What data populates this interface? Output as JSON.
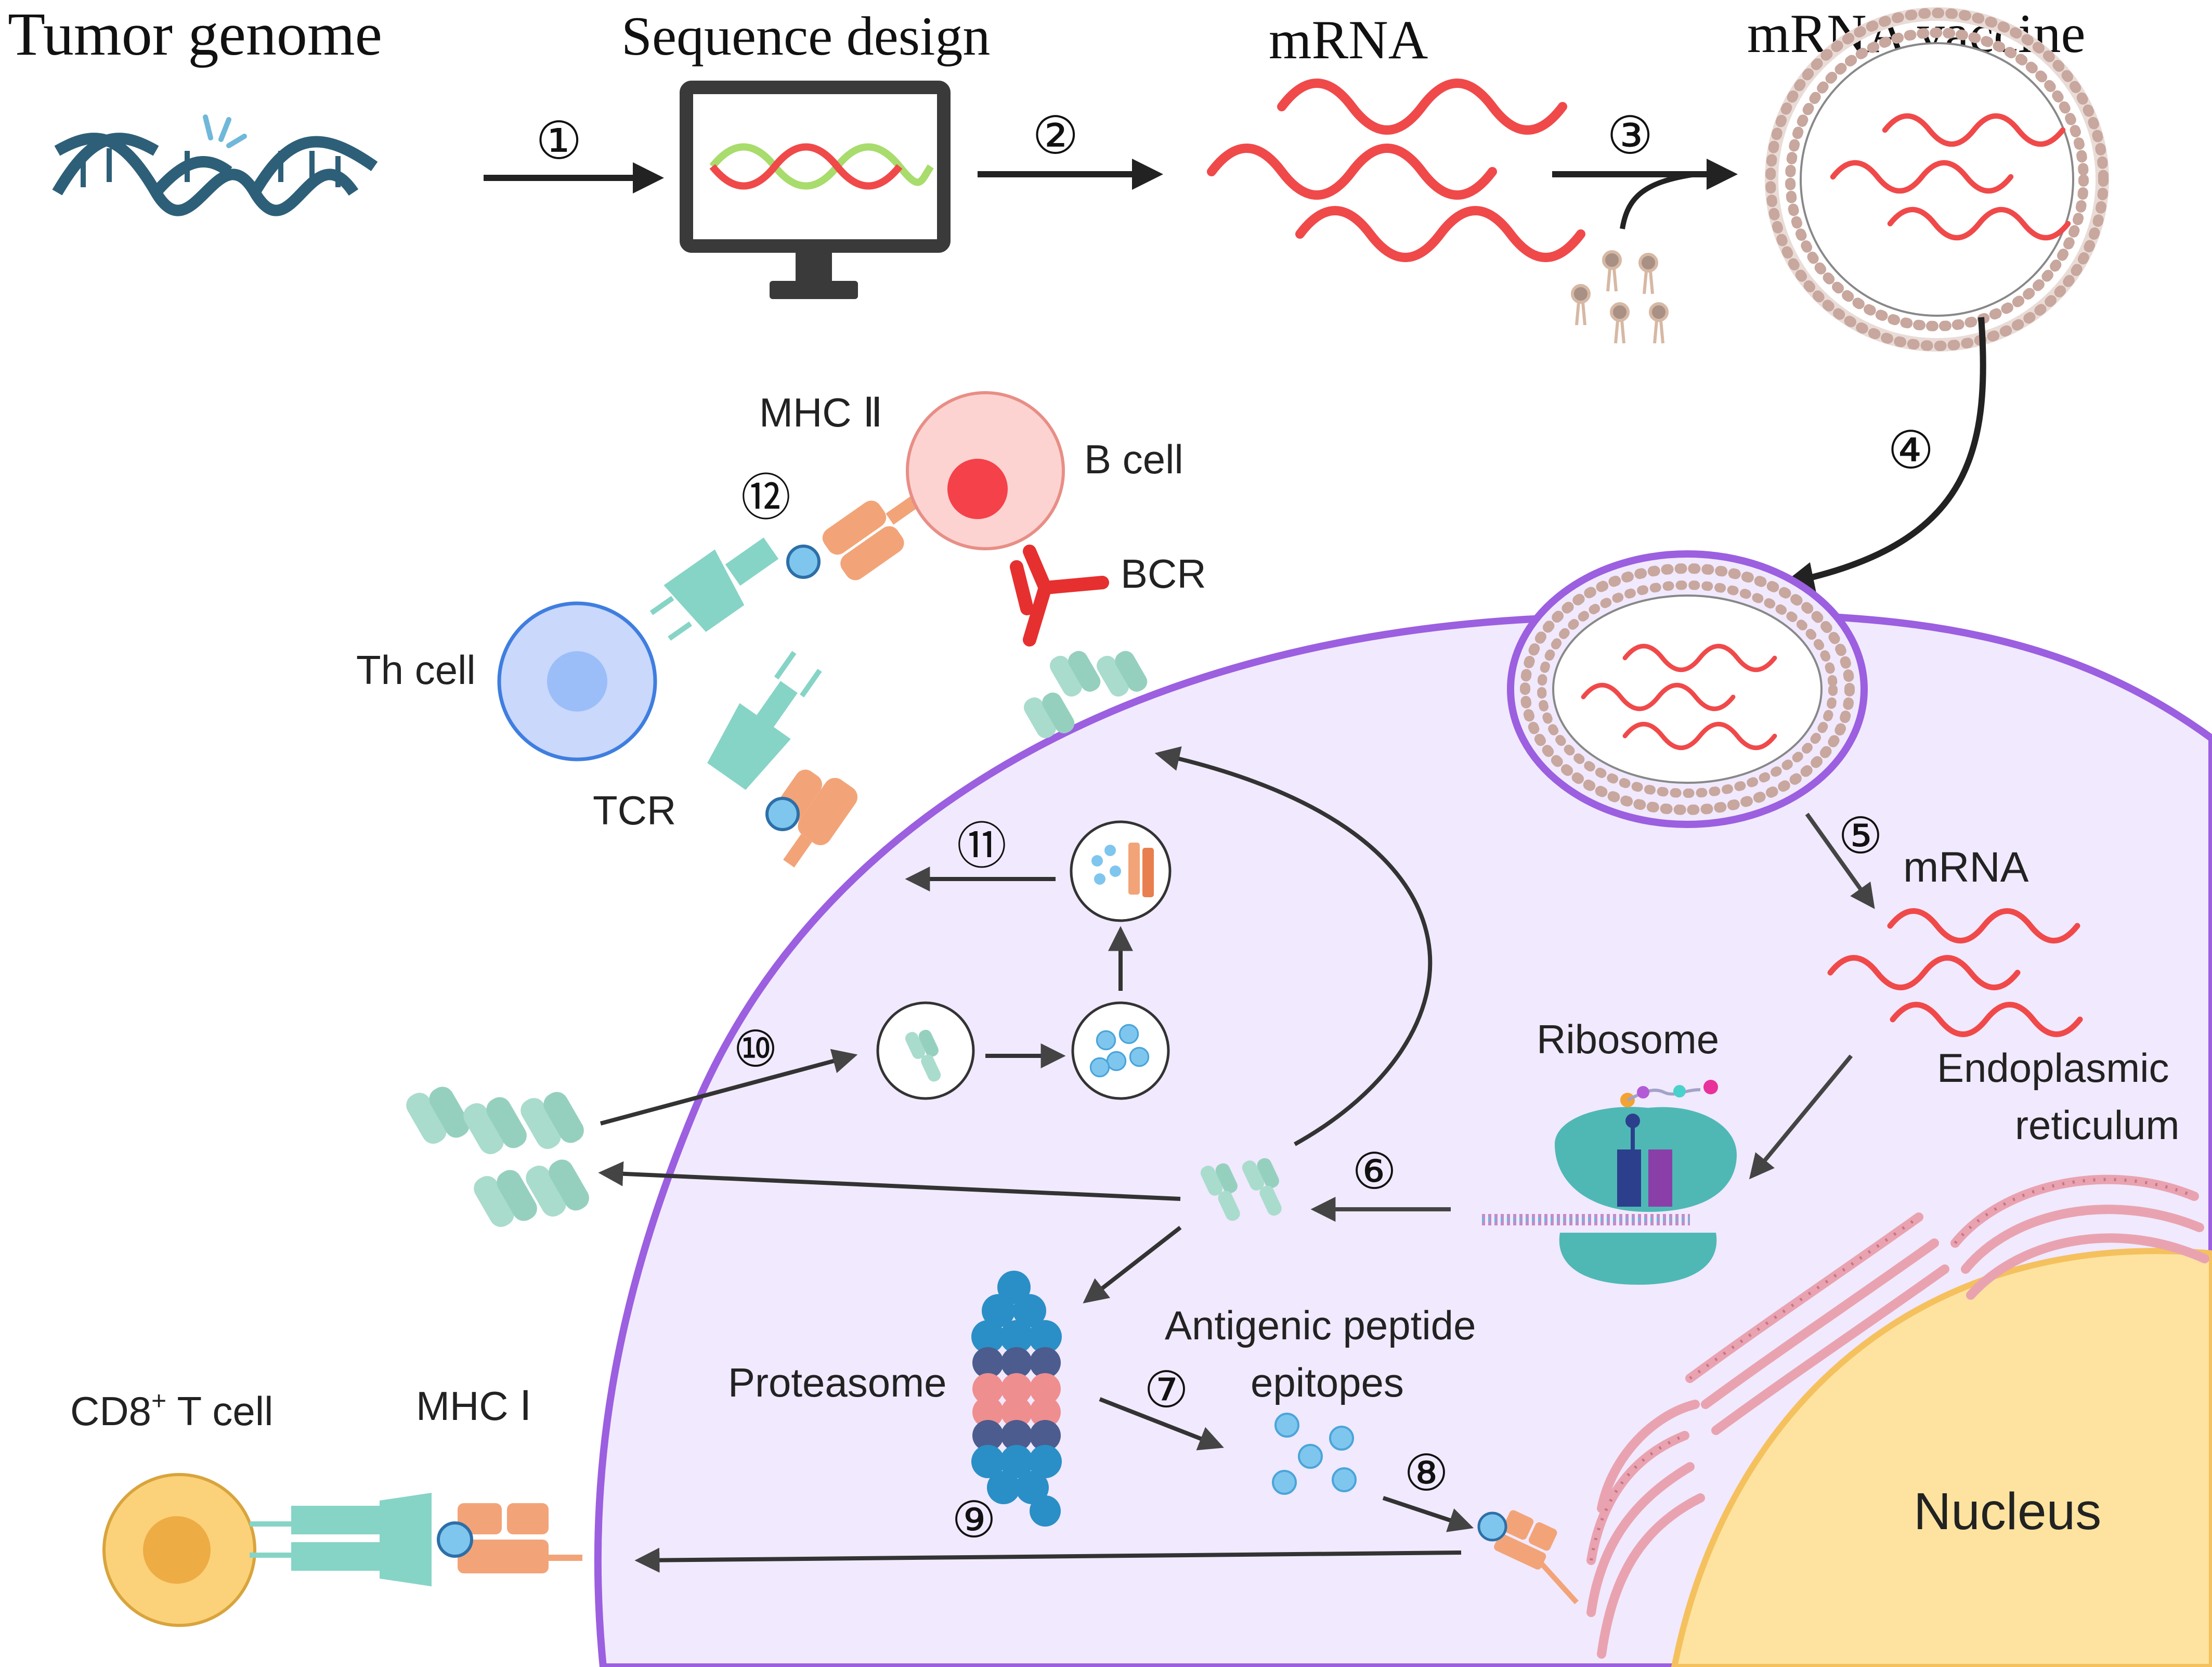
{
  "stages": {
    "tumor_genome": "Tumor genome",
    "sequence_design": "Sequence design",
    "mrna": "mRNA",
    "mrna_vaccine": "mRNA vaccine"
  },
  "labels": {
    "mhc_ii": "MHC Ⅱ",
    "b_cell": "B cell",
    "bcr": "BCR",
    "th_cell": "Th cell",
    "tcr": "TCR",
    "mrna_inside": "mRNA",
    "ribosome": "Ribosome",
    "er_line1": "Endoplasmic",
    "er_line2": "reticulum",
    "proteasome": "Proteasome",
    "peptide_line1": "Antigenic peptide",
    "peptide_line2": "epitopes",
    "cd8_t_cell": "CD8",
    "cd8_sup": "+",
    "cd8_tail": " T cell",
    "mhc_i": "MHC Ⅰ",
    "nucleus": "Nucleus"
  },
  "steps": [
    "①",
    "②",
    "③",
    "④",
    "⑤",
    "⑥",
    "⑦",
    "⑧",
    "⑨",
    "⑩",
    "⑪",
    "⑫"
  ],
  "icons": {
    "dna": "dna-helix-icon",
    "monitor": "computer-monitor-icon",
    "lipid": "lipid-molecule-icon",
    "lnp": "lipid-nanoparticle-icon",
    "ribosome": "ribosome-icon",
    "proteasome": "proteasome-icon",
    "er": "endoplasmic-reticulum-icon",
    "antigen": "antigen-protein-icon",
    "peptide": "peptide-epitope-icon",
    "mhc": "mhc-molecule-icon",
    "tcr": "t-cell-receptor-icon",
    "bcr": "b-cell-receptor-icon"
  },
  "colors": {
    "mrna": "#f0494a",
    "dna_dark": "#2e5f78",
    "dna_accent": "#6fb8d9",
    "cell_membrane": "#9b5fe0",
    "cell_fill": "#f1e9fd",
    "nucleus_fill": "#fde39f",
    "nucleus_stroke": "#f5c15e",
    "er": "#e9a3b0",
    "receptor": "#86d4c6",
    "mhc": "#f2a478",
    "peptide": "#7fc6ee",
    "b_cell": "#fcd3d0",
    "b_nucleus": "#f5414a",
    "th_cell": "#c9d8fb",
    "th_nucleus": "#9bbef9",
    "cd8_cell": "#fbd27a",
    "cd8_nucleus": "#eeac45",
    "antigen": "#a9dccd",
    "proteasome_blue": "#2a8fc6",
    "proteasome_pink": "#ef8e8f",
    "proteasome_navy": "#4c5c8e",
    "lnp_bead": "#c8a79e",
    "arrow": "#333333"
  }
}
